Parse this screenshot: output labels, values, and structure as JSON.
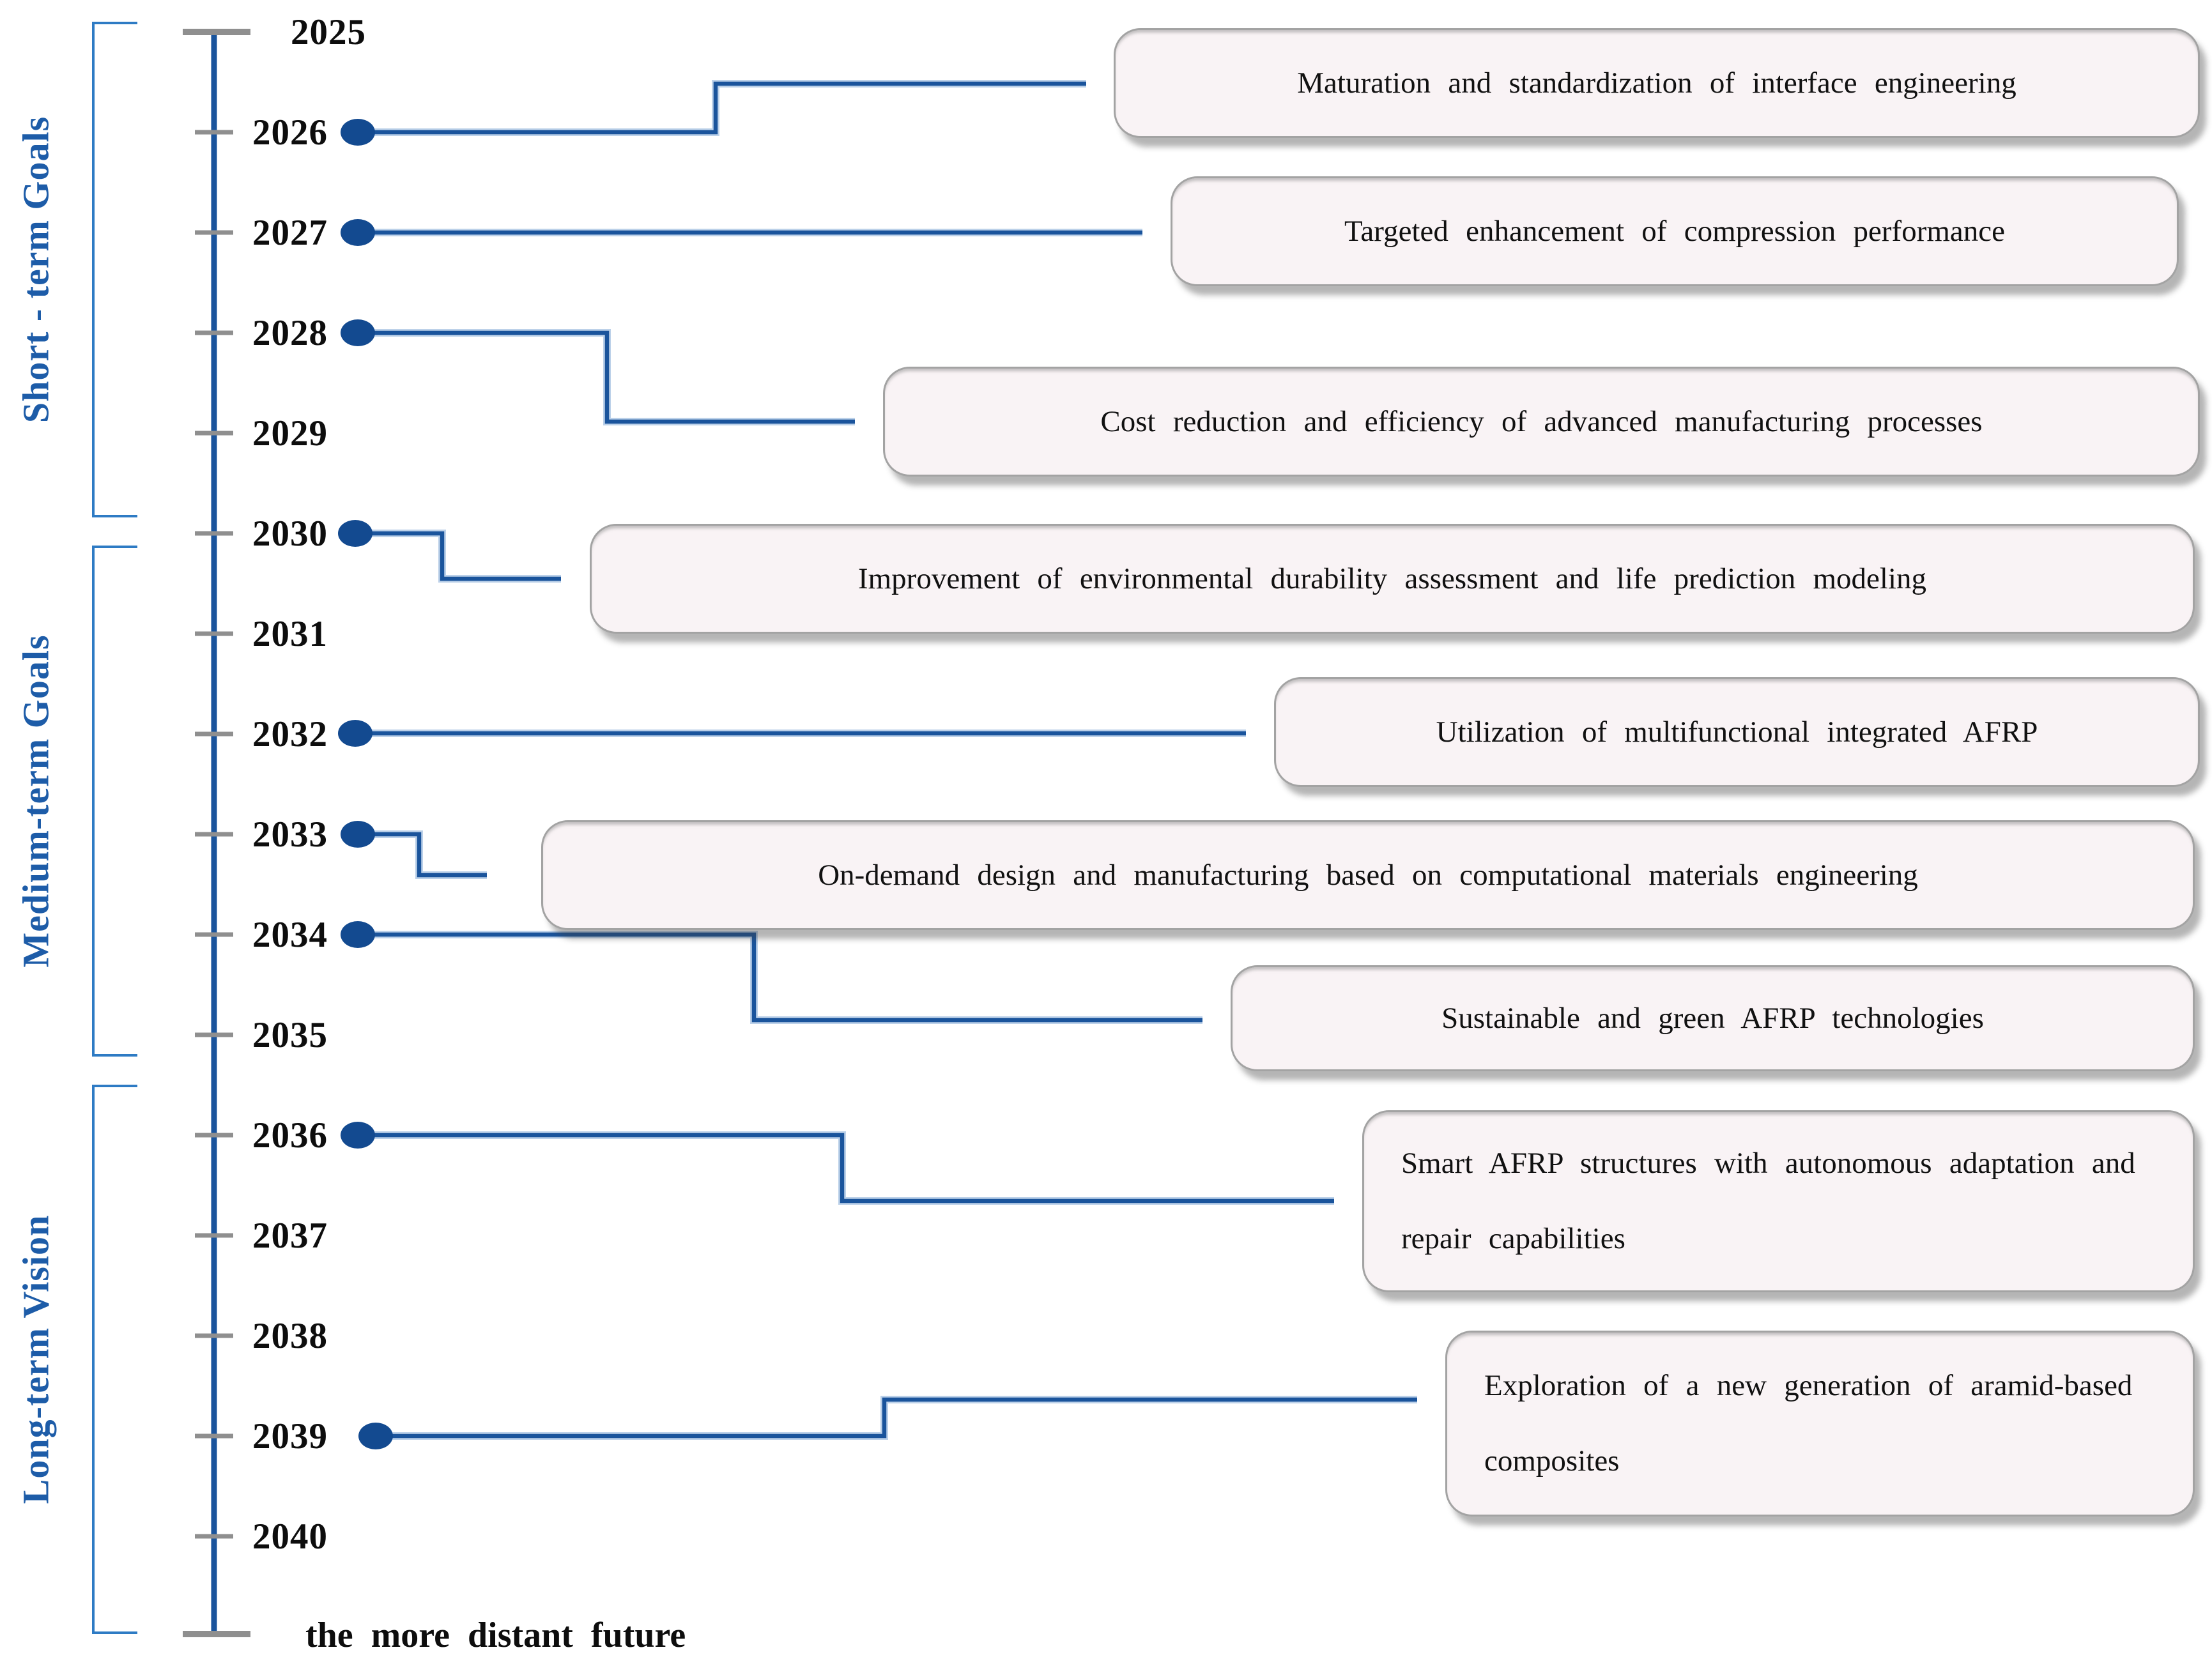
{
  "groups": [
    {
      "label": "Short - term Goals"
    },
    {
      "label": "Medium-term Goals"
    },
    {
      "label": "Long-term Vision"
    }
  ],
  "timeline": {
    "years": [
      "2025",
      "2026",
      "2027",
      "2028",
      "2029",
      "2030",
      "2031",
      "2032",
      "2033",
      "2034",
      "2035",
      "2036",
      "2037",
      "2038",
      "2039",
      "2040"
    ],
    "end_label": "the more distant future"
  },
  "milestones": [
    {
      "year": "2026",
      "text": "Maturation and standardization of interface engineering"
    },
    {
      "year": "2027",
      "text": "Targeted enhancement of compression performance"
    },
    {
      "year": "2028",
      "text": "Cost reduction and efficiency of advanced manufacturing processes"
    },
    {
      "year": "2030",
      "text": "Improvement of environmental durability assessment and life prediction modeling"
    },
    {
      "year": "2032",
      "text": "Utilization of multifunctional integrated AFRP"
    },
    {
      "year": "2033",
      "text": "On-demand design and manufacturing based on computational materials engineering"
    },
    {
      "year": "2034",
      "text": "Sustainable and green AFRP technologies"
    },
    {
      "year": "2036",
      "text": "Smart AFRP structures with autonomous adaptation and repair capabilities"
    },
    {
      "year": "2039",
      "text": "Exploration of a new generation of aramid-based composites"
    }
  ],
  "colors": {
    "timeline_blue": "#1a549c",
    "connector_halo": "#7aa3d4",
    "bracket_blue": "#2e7bc4",
    "label_blue": "#1d5ca8",
    "tick_gray": "#8f8f8f",
    "dot_blue": "#134a90",
    "box_fill": "#f9f3f5",
    "box_border": "#a3a3a3"
  }
}
